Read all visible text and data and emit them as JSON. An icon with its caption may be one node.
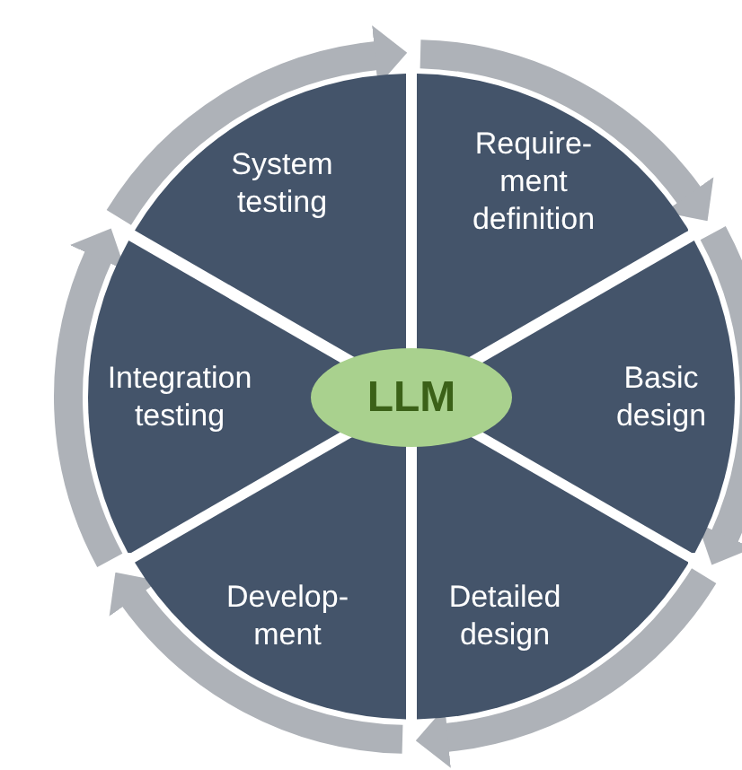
{
  "diagram": {
    "nodes": [
      {
        "text": [
          "Require-ment definition"
        ]
      },
      {
        "text": [
          "Basic design"
        ]
      },
      {
        "text": [
          "Detailed design"
        ]
      },
      {
        "text": [
          "Develop-ment"
        ]
      },
      {
        "text": [
          "Integration testing"
        ]
      },
      {
        "text": [
          "System testing"
        ]
      },
      {
        "text": [
          "LLM"
        ]
      }
    ],
    "edges": [
      {
        "from": 0,
        "to": 1,
        "arrow": "to"
      },
      {
        "from": 1,
        "to": 2,
        "arrow": "to"
      },
      {
        "from": 2,
        "to": 3,
        "arrow": "to"
      },
      {
        "from": 3,
        "to": 4,
        "arrow": "to"
      },
      {
        "from": 4,
        "to": 5,
        "arrow": "to"
      },
      {
        "from": 5,
        "to": 0,
        "arrow": "to"
      }
    ]
  }
}
